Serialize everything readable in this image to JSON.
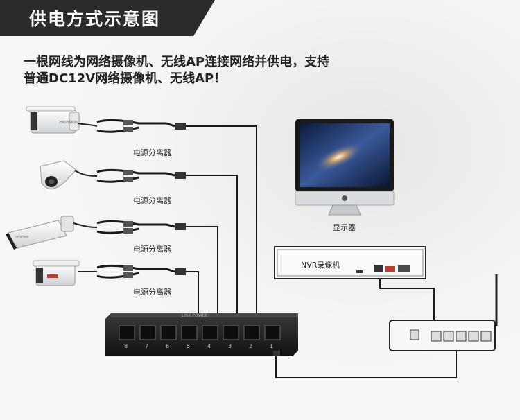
{
  "title": "供电方式示意图",
  "description": {
    "line1": "一根网线为网络摄像机、无线AP连接网络并供电，支持",
    "line2": "普通DC12V网络摄像机、无线AP！"
  },
  "splitters": [
    {
      "label": "电源分离器"
    },
    {
      "label": "电源分离器"
    },
    {
      "label": "电源分离器"
    },
    {
      "label": "电源分离器"
    }
  ],
  "monitor": {
    "label": "显示器"
  },
  "nvr": {
    "label": "NVR录像机"
  },
  "switch": {
    "indicator": "LINK POWER",
    "ports": [
      "8",
      "7",
      "6",
      "5",
      "4",
      "3",
      "2",
      "1"
    ]
  },
  "colors": {
    "title_bg": "#2b2b2b",
    "cable": "#1a1a1a",
    "device_black": "#1c1c1c"
  }
}
